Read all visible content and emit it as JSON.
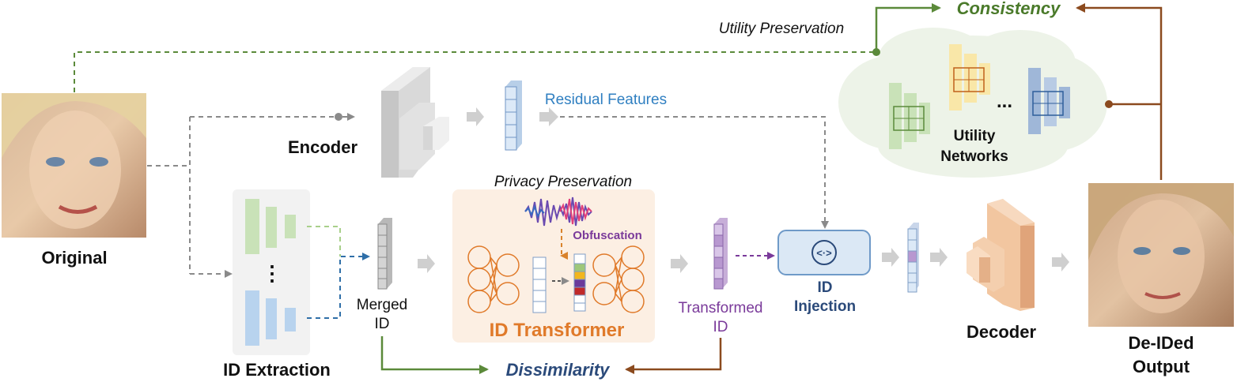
{
  "labels": {
    "utility_preservation": "Utility Preservation",
    "consistency": "Consistency",
    "residual_features": "Residual Features",
    "encoder": "Encoder",
    "original": "Original",
    "utility_networks_line1": "Utility",
    "utility_networks_line2": "Networks",
    "ellipsis": "...",
    "privacy_preservation": "Privacy Preservation",
    "obfuscation": "Obfuscation",
    "vertical_dots": "⋮",
    "merged_id_line1": "Merged",
    "merged_id_line2": "ID",
    "id_transformer": "ID Transformer",
    "transformed_id_line1": "Transformed",
    "transformed_id_line2": "ID",
    "id_injection_line1": "ID",
    "id_injection_line2": "Injection",
    "injection_symbol": "<·>",
    "decoder": "Decoder",
    "deided_output_line1": "De-IDed",
    "deided_output_line2": "Output",
    "id_extraction": "ID Extraction",
    "dissimilarity": "Dissimilarity"
  },
  "colors": {
    "green_line": "#5b8a3a",
    "brown_line": "#8b4a1e",
    "gray_line": "#8a8a8a",
    "blue_text": "#2f7fc1",
    "dark_blue": "#2b4a7a",
    "purple": "#7a3a9a",
    "orange": "#e07a2a",
    "beige_bg": "#fcefe3",
    "cloud_bg": "#edf3e8",
    "injection_fill": "#dbe8f5"
  },
  "icons": [
    "face-original-image",
    "face-output-image",
    "encoder-block-icon",
    "decoder-block-icon",
    "neural-network-icon",
    "noise-waveform-icon",
    "utility-network-icon",
    "id-injection-icon"
  ]
}
